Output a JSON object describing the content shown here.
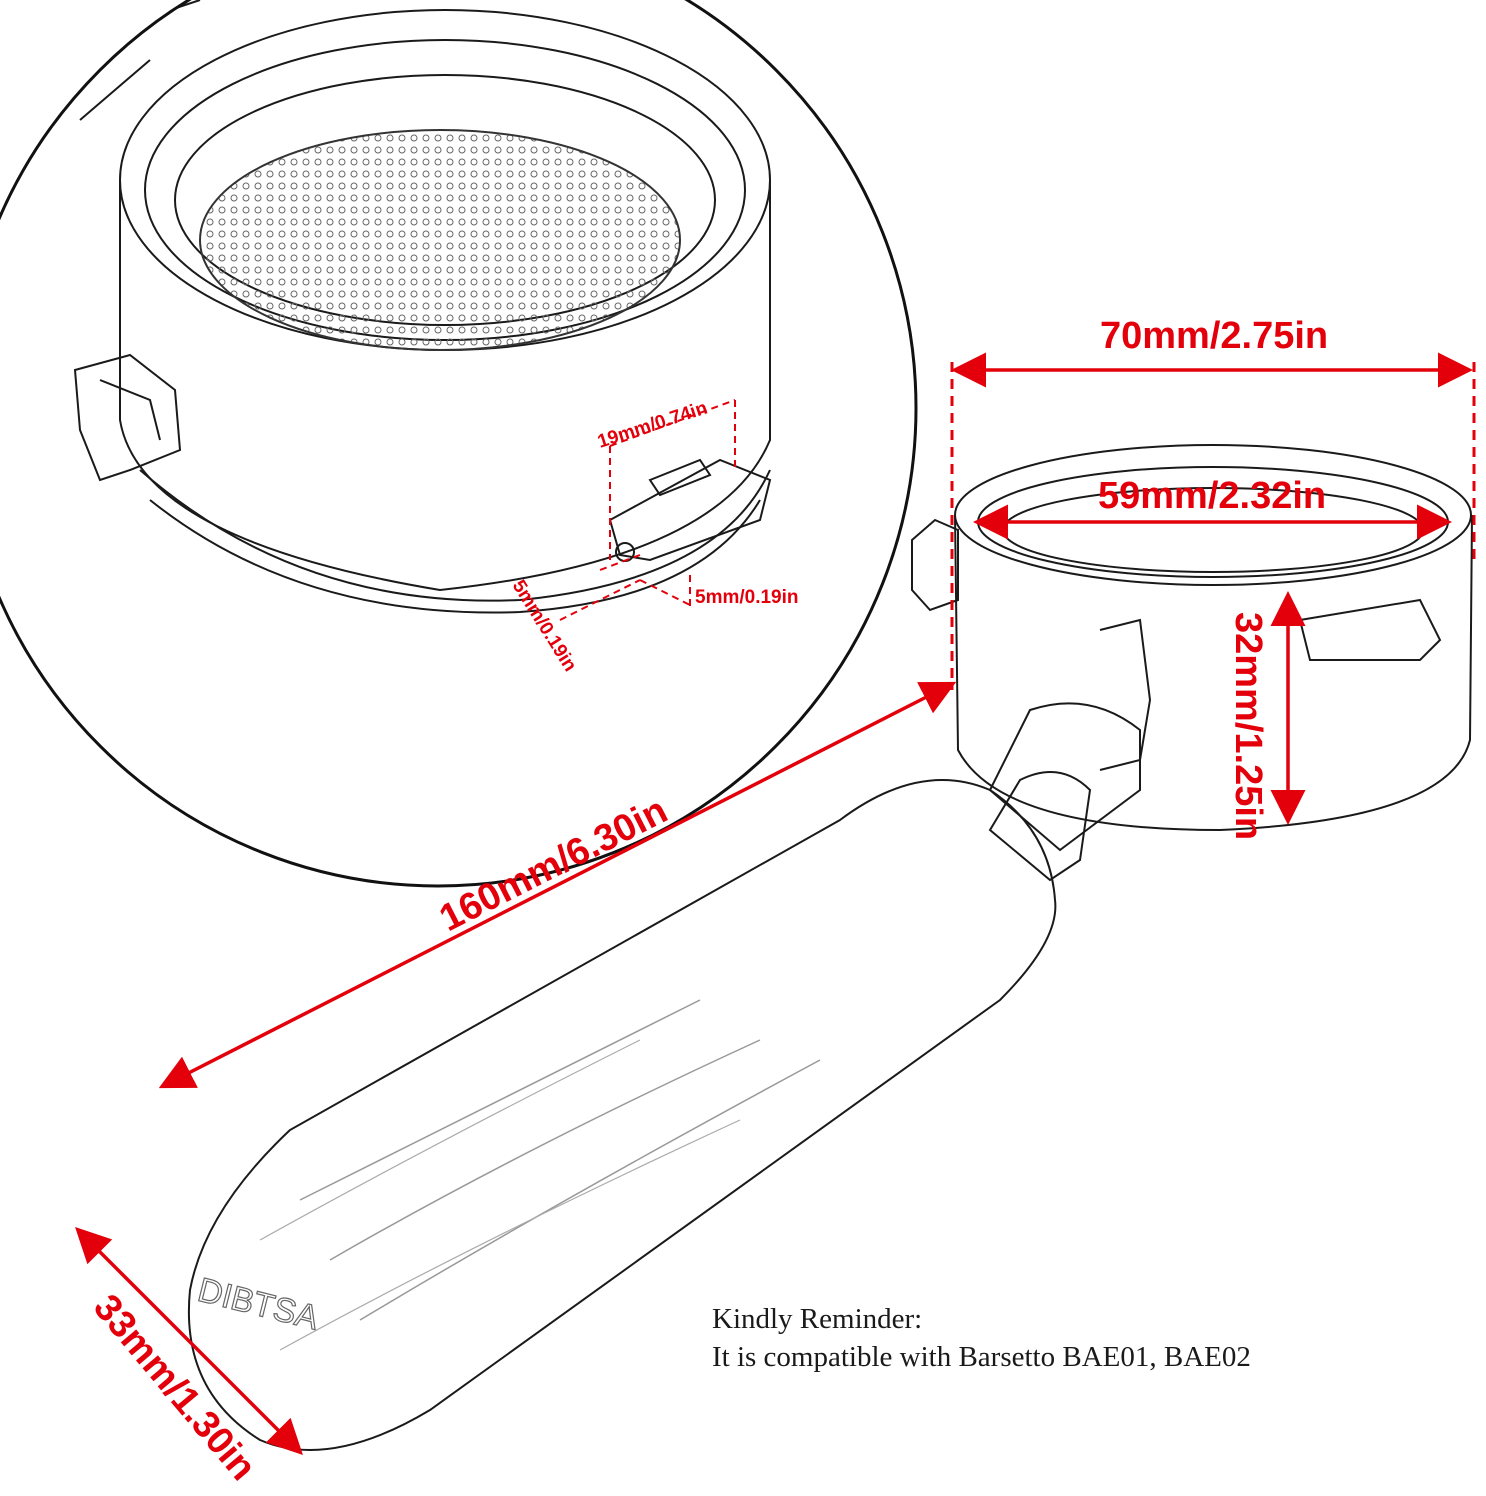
{
  "colors": {
    "dimension": "#e3000b",
    "outline": "#1a1a1a",
    "background": "#ffffff"
  },
  "brand": "DIBTSA",
  "dimensions": {
    "outer_diameter": "70mm/2.75in",
    "inner_diameter": "59mm/2.32in",
    "basket_height": "32mm/1.25in",
    "total_length": "160mm/6.30in",
    "handle_diameter": "33mm/1.30in",
    "ear_height": "19mm/0.74in",
    "ear_width": "5mm/0.19in",
    "ear_depth": "5mm/0.19in"
  },
  "reminder": {
    "title": "Kindly Reminder:",
    "text": "It is compatible with Barsetto BAE01, BAE02"
  }
}
